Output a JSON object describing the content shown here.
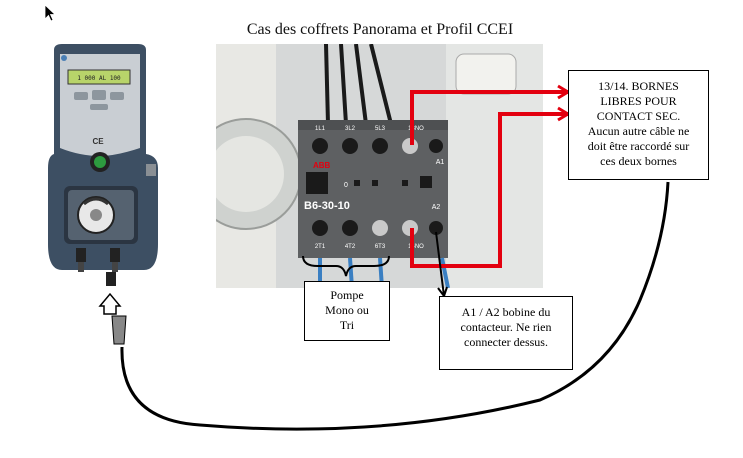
{
  "title": "Cas des coffrets Panorama et Profil CCEI",
  "contactor": {
    "top_terminals": [
      "1L1",
      "3L2",
      "5L3",
      "13NO"
    ],
    "bottom_terminals": [
      "2T1",
      "4T2",
      "6T3",
      "14NO"
    ],
    "model": "B6-30-10",
    "brand": "ABB",
    "coil_top": "A1",
    "coil_bottom": "A2",
    "zero": "0"
  },
  "device": {
    "display_text": "1 000 AL 100",
    "ce_mark": "CE"
  },
  "callouts": {
    "bornes": [
      "13/14.  BORNES",
      "LIBRES POUR",
      "CONTACT SEC.",
      "Aucun autre câble ne",
      "doit être raccordé sur",
      "ces deux bornes"
    ],
    "pompe": [
      "Pompe",
      "Mono ou",
      "Tri"
    ],
    "bobine": [
      "A1 / A2 bobine du",
      "contacteur. Ne rien",
      "connecter dessus."
    ]
  },
  "colors": {
    "wire_red": "#e3000f",
    "cable_black": "#000000",
    "device_blue": "#3d4f63",
    "contactor_grey": "#5e6062"
  }
}
